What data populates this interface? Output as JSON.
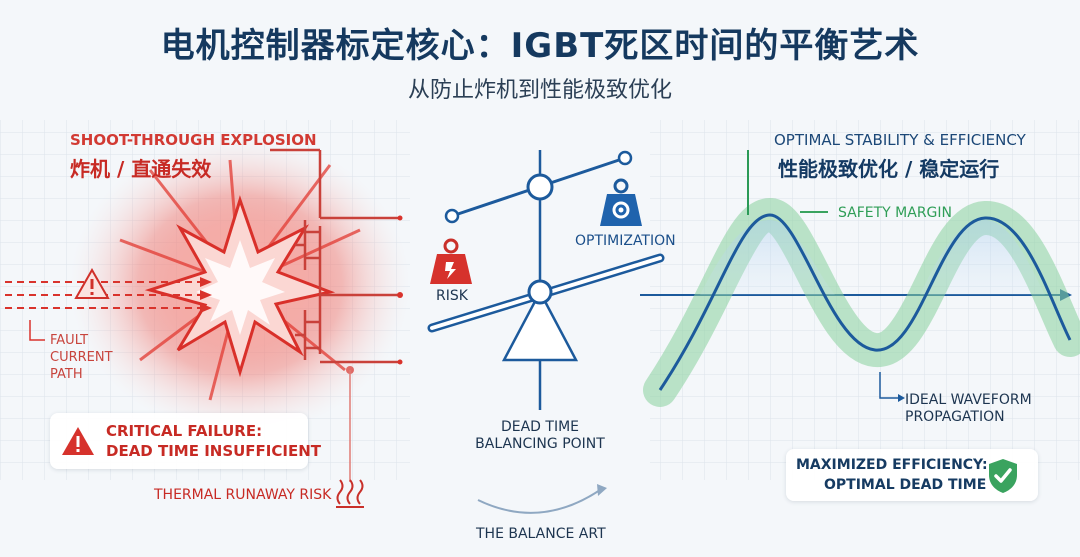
{
  "header": {
    "title": "电机控制器标定核心：IGBT死区时间的平衡艺术",
    "subtitle": "从防止炸机到性能极致优化"
  },
  "left": {
    "caption_en": "SHOOT-THROUGH EXPLOSION",
    "caption_cn": "炸机 / 直通失效",
    "fault_path": "FAULT\nCURRENT\nPATH",
    "alert_title": "CRITICAL FAILURE:",
    "alert_body": "DEAD TIME INSUFFICIENT",
    "thermal": "THERMAL RUNAWAY RISK"
  },
  "center": {
    "risk_label": "RISK",
    "optimization_label": "OPTIMIZATION",
    "balance_point": "DEAD TIME\nBALANCING POINT",
    "balance_art": "THE BALANCE ART"
  },
  "right": {
    "caption_en": "OPTIMAL STABILITY & EFFICIENCY",
    "caption_cn": "性能极致优化 / 稳定运行",
    "safety_margin": "SAFETY MARGIN",
    "ideal_waveform": "IDEAL WAVEFORM\nPROPAGATION",
    "card_title": "MAXIMIZED EFFICIENCY:",
    "card_body": "OPTIMAL DEAD TIME"
  },
  "colors": {
    "danger": "#d6322c",
    "primary": "#1c5a9c",
    "safe": "#3aa35f",
    "title": "#15395f"
  },
  "icons": {
    "warning": "warning-triangle-icon",
    "risk": "risk-weight-icon",
    "optimization": "gear-weight-icon",
    "heat": "heat-waves-icon",
    "check": "shield-check-icon"
  }
}
